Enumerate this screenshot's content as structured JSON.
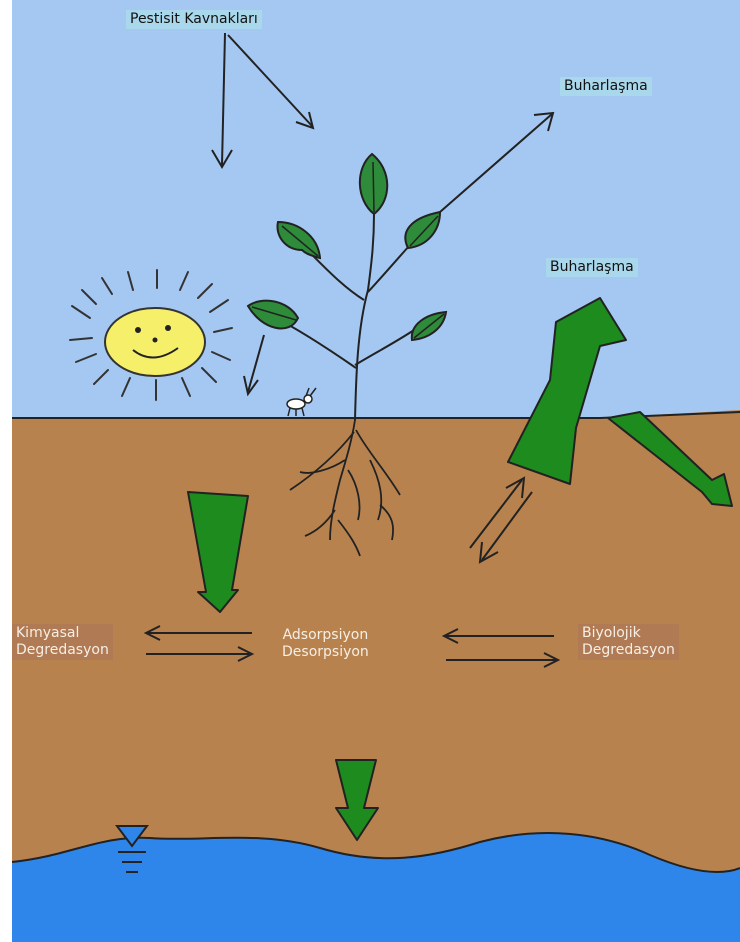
{
  "labels": {
    "sources": "Pestisit Kavnakları",
    "evaporation_top": "Buharlaşma",
    "evaporation_mid": "Buharlaşma",
    "chemical_line1": "Kimyasal",
    "chemical_line2": "Degredasyon",
    "adsorption_line1": "Adsorpsiyon",
    "adsorption_line2": "Desorpsiyon",
    "biological_line1": "Biyolojik",
    "biological_line2": "Degredasyon"
  },
  "colors": {
    "sky": "#a5c8f2",
    "soil": "#b8824f",
    "water": "#2f86ea",
    "arrow_green": "#1d8b1d",
    "leaf": "#2e8b3a",
    "sun": "#f5ef6a"
  }
}
